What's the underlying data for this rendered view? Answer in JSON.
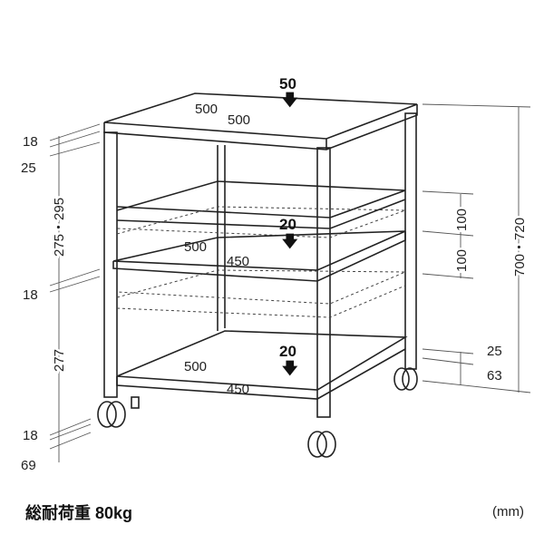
{
  "loads": {
    "top": "50",
    "middle": "20",
    "bottom": "20"
  },
  "depth_width": {
    "top_depth": "500",
    "top_width": "500",
    "middle_depth": "500",
    "middle_width": "450",
    "bottom_depth": "500",
    "bottom_width": "450"
  },
  "left_dims": {
    "top_board": "18",
    "top_gap": "25",
    "upper_height": "275・295",
    "mid_board": "18",
    "lower_height": "277",
    "bottom_board": "18",
    "caster": "69"
  },
  "right_dims": {
    "adjust_upper": "100",
    "adjust_lower": "100",
    "total_height": "700・720",
    "bottom_gap": "25",
    "floor_height": "63"
  },
  "caption": "総耐荷重 80kg",
  "unit": "(mm)"
}
